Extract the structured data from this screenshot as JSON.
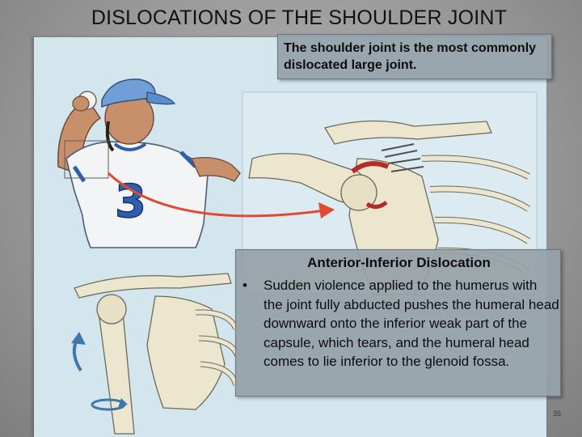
{
  "slide": {
    "title": "DISLOCATIONS OF THE SHOULDER JOINT",
    "callout_top": "The shoulder joint is the most commonly dislocated large joint.",
    "callout_heading": "Anterior-Inferior Dislocation",
    "bullet_symbol": "•",
    "bullet_text": "Sudden violence applied to the humerus with the joint fully abducted pushes the humeral head downward onto the inferior weak part of the capsule, which tears, and the humeral head comes to lie inferior to the glenoid fossa.",
    "page_number": "35"
  },
  "illustration": {
    "jersey_number": "3",
    "colors": {
      "background_panel": "#d3e6ee",
      "bone": "#ece6cf",
      "arrow": "#e04a2e",
      "cap": "#6f9fd6",
      "rotation_arrow": "#3f76ad"
    }
  }
}
